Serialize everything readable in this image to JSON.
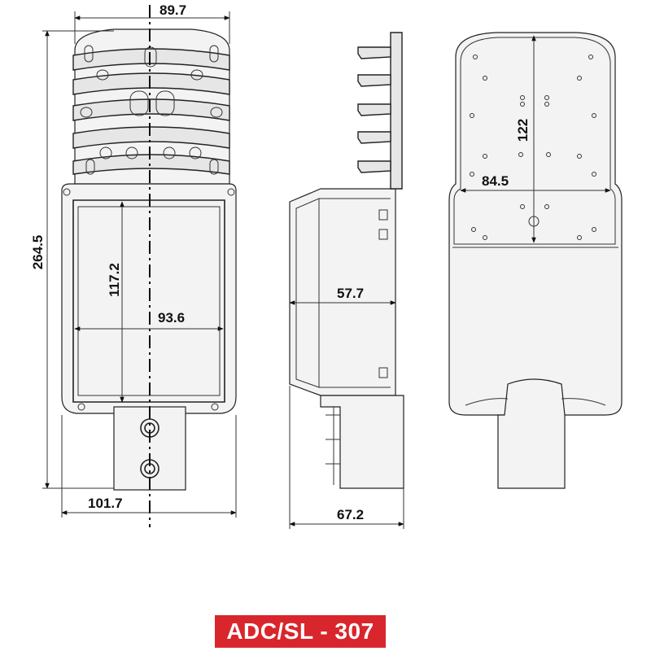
{
  "dimensions": {
    "top_width": "89.7",
    "total_height": "264.5",
    "inner_height": "117.2",
    "inner_width": "93.6",
    "bottom_width": "101.7",
    "side_depth": "57.7",
    "side_total": "67.2",
    "back_height": "122",
    "back_width": "84.5"
  },
  "model": "ADC/SL - 307",
  "colors": {
    "badge": "#d9262c"
  }
}
